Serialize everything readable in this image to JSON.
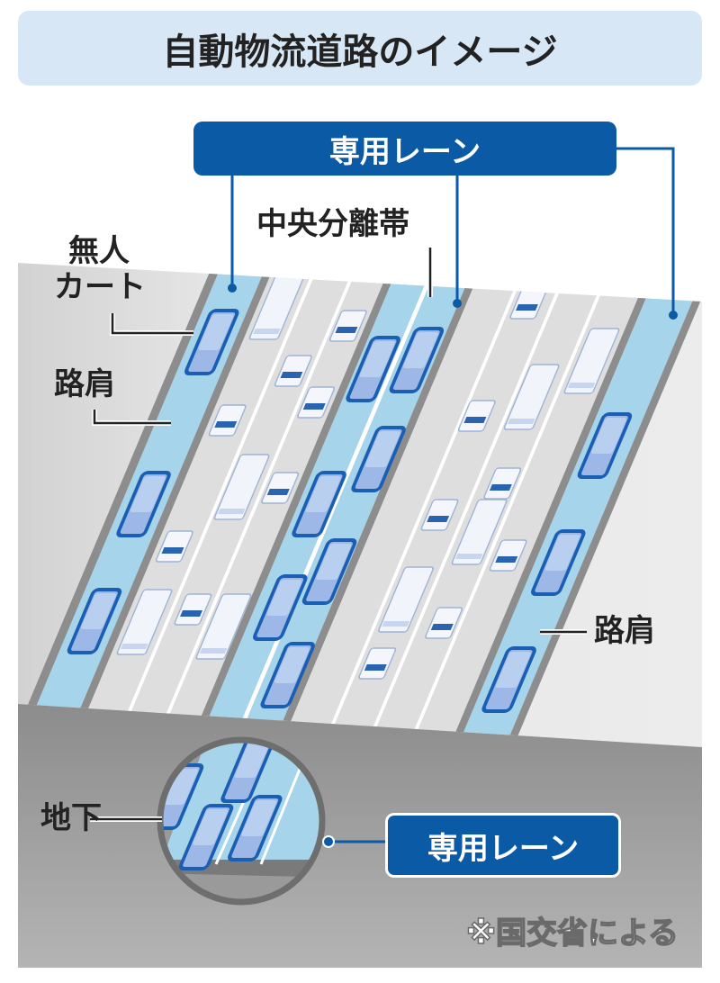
{
  "title": "自動物流道路のイメージ",
  "labels": {
    "dedicated_lane_top": "専用レーン",
    "median": "中央分離帯",
    "unmanned_cart_line1": "無人",
    "unmanned_cart_line2": "カート",
    "shoulder_left": "路肩",
    "shoulder_right": "路肩",
    "underground": "地下",
    "dedicated_lane_bottom": "専用レーン"
  },
  "source_note": "※国交省による",
  "colors": {
    "title_bg": "#d8e7f5",
    "label_box": "#0b5aa6",
    "dedicated_lane": "#a6d4ea",
    "road": "#e3e3e3",
    "cart_outline": "#1a5fb4",
    "cart_fill": "#9db8e6"
  }
}
